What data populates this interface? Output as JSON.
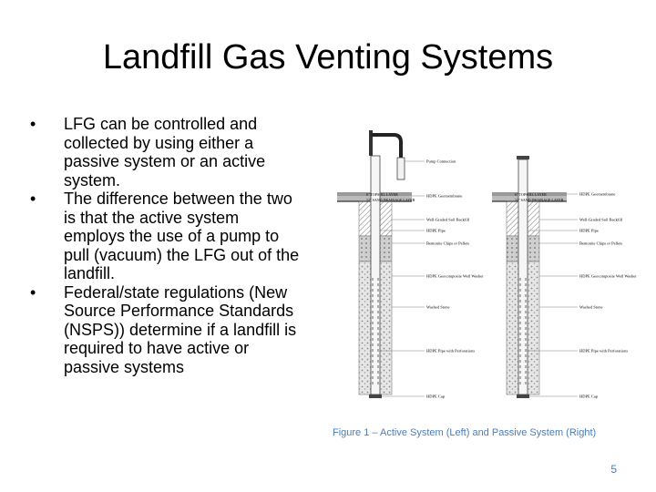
{
  "slide": {
    "title": "Landfill Gas Venting Systems",
    "bullets": [
      "LFG can be controlled and collected by using either a passive system or an active system.",
      "The difference between the two is that the active system employs the use of a pump to pull (vacuum) the LFG out of the landfill.",
      "Federal/state regulations (New Source Performance Standards (NSPS)) determine if a landfill is required to have active or passive systems"
    ],
    "bullet_glyph": "•",
    "figure": {
      "active_labels": {
        "pump": "Pump Connection",
        "geomembrane": "HDPE Geomembrane",
        "backfill": "Well-Graded Soil Backfill",
        "pipe": "HDPE Pipe",
        "bentonite": "Bentonite Chips or Pellets",
        "washer": "HDPE Geocomposite Well Washer",
        "stone": "Washed Stone",
        "perforated": "HDPE Pipe with Perforations",
        "cap": "HDPE Cap",
        "topsoil": "6\" TOPSOIL LAYER",
        "sand": "12\" SAND DRAINAGE LAYER"
      },
      "passive_labels": {
        "geomembrane": "HDPE Geomembrane",
        "backfill": "Well-Graded Soil Backfill",
        "pipe": "HDPE Pipe",
        "bentonite": "Bentonite Chips or Pellets",
        "washer": "HDPE Geocomposite Well Washer",
        "stone": "Washed Stone",
        "perforated": "HDPE Pipe with Perforations",
        "cap": "HDPE Cap",
        "topsoil": "6\" TOPSOIL LAYER",
        "sand": "12\" SAND DRAINAGE LAYER"
      },
      "caption": "Figure 1 – Active System (Left) and Passive System (Right)"
    },
    "page_number": "5",
    "colors": {
      "accent": "#4a7eb8"
    }
  }
}
